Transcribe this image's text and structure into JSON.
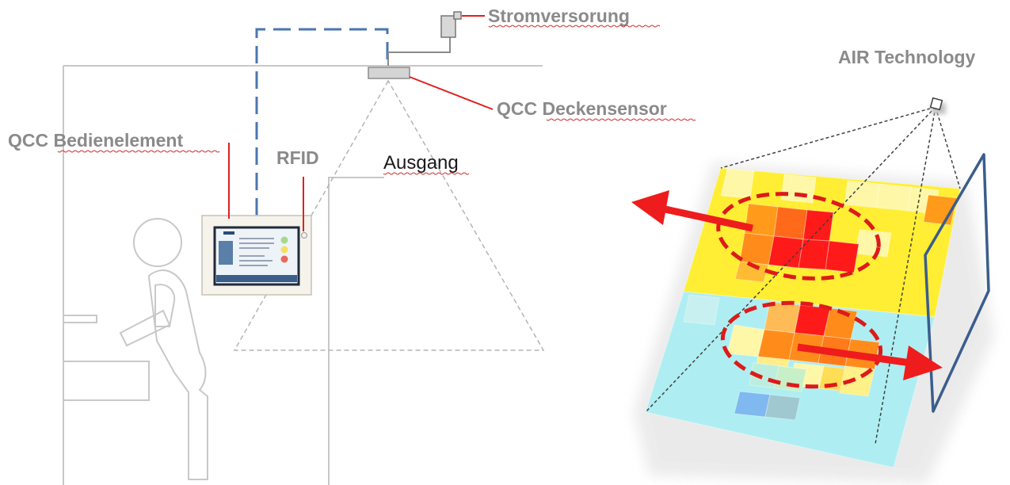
{
  "labels": {
    "power_supply": "Stromversorung",
    "ceiling_sensor": "QCC Deckensensor",
    "control_panel": "QCC Bedienelement",
    "rfid": "RFID",
    "exit": "Ausgang",
    "air_technology": "AIR Technology"
  },
  "colors": {
    "structure_line": "#c8c8c8",
    "dashed_cable": "#4a76b0",
    "leader_line": "#e02020",
    "label_text": "#8a8a8a",
    "heat_red": "#ff1a1a",
    "heat_orange": "#ff8c1a",
    "heat_yellow": "#ffee33",
    "heat_pale_yellow": "#fff7a8",
    "heat_cyan": "#aeeef2",
    "heat_blue": "#80b8f0",
    "door_frame": "#3a5d8c",
    "arrow": "#ee1c1c"
  },
  "icons": {
    "power_supply": "power-plug-icon",
    "ceiling_sensor": "ceiling-sensor-icon",
    "person": "person-figure-icon",
    "control_panel": "touch-panel-icon",
    "air_sensor": "air-sensor-icon"
  }
}
